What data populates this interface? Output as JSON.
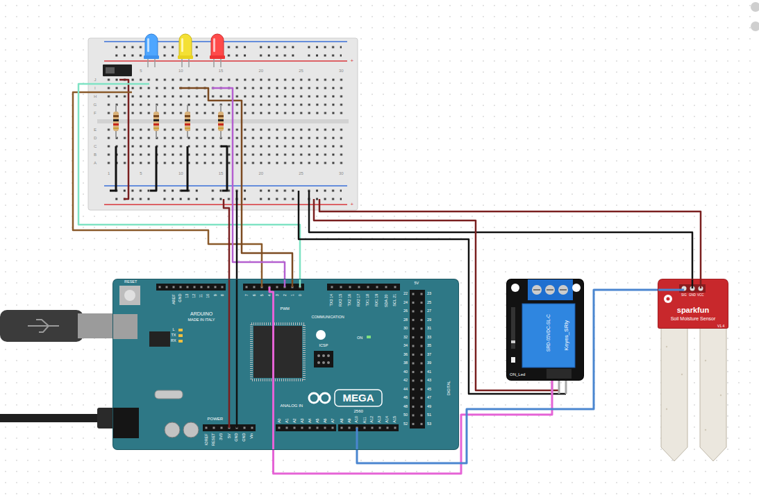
{
  "diagram": {
    "nodes": [
      {
        "text": [
          "MEGA"
        ]
      },
      {
        "text": [
          "Keyes_SRly"
        ]
      },
      {
        "text": [
          "sparkfun",
          "Soil Moisture Sensor"
        ]
      }
    ],
    "edges": [
      {
        "from": 0,
        "to": 1,
        "arrow": "none"
      },
      {
        "from": 0,
        "to": 2,
        "arrow": "none"
      }
    ],
    "labels": [
      "5",
      "10",
      "15",
      "20",
      "25",
      "30",
      "1",
      "5",
      "10",
      "15",
      "20",
      "25",
      "30",
      "J",
      "I",
      "H",
      "G",
      "F",
      "E",
      "D",
      "C",
      "B",
      "A",
      "+",
      "+",
      "RESET",
      "AREF",
      "GND",
      "13",
      "12",
      "11",
      "10",
      "9",
      "8",
      "7",
      "6",
      "5",
      "4",
      "3",
      "2",
      "1",
      "0",
      "PWM",
      "COMMUNICATION",
      "TX3 14",
      "RX3 15",
      "TX2 16",
      "RX2 17",
      "TX1 18",
      "RX1 19",
      "SDA 20",
      "SCL 21",
      "5V",
      "22",
      "23",
      "24",
      "25",
      "26",
      "27",
      "28",
      "29",
      "30",
      "31",
      "32",
      "33",
      "34",
      "35",
      "36",
      "37",
      "38",
      "39",
      "40",
      "41",
      "42",
      "43",
      "44",
      "45",
      "46",
      "47",
      "48",
      "49",
      "50",
      "51",
      "52",
      "53",
      "DIGITAL",
      "ARDUINO",
      "MADE IN ITALY",
      "L",
      "TX",
      "RX",
      "ON",
      "ICSP",
      "2560",
      "POWER",
      "ANALOG IN",
      "IOREF",
      "RESET",
      "3V3",
      "5V",
      "GND",
      "GND",
      "Vin",
      "A0",
      "A1",
      "A2",
      "A3",
      "A4",
      "A5",
      "A6",
      "A7",
      "A8",
      "A9",
      "A10",
      "A11",
      "A12",
      "A13",
      "A14",
      "A15",
      "ON_Led",
      "SRD-05VDC-SL-C",
      "SIG",
      "GND",
      "VCC",
      "V1.4"
    ]
  }
}
